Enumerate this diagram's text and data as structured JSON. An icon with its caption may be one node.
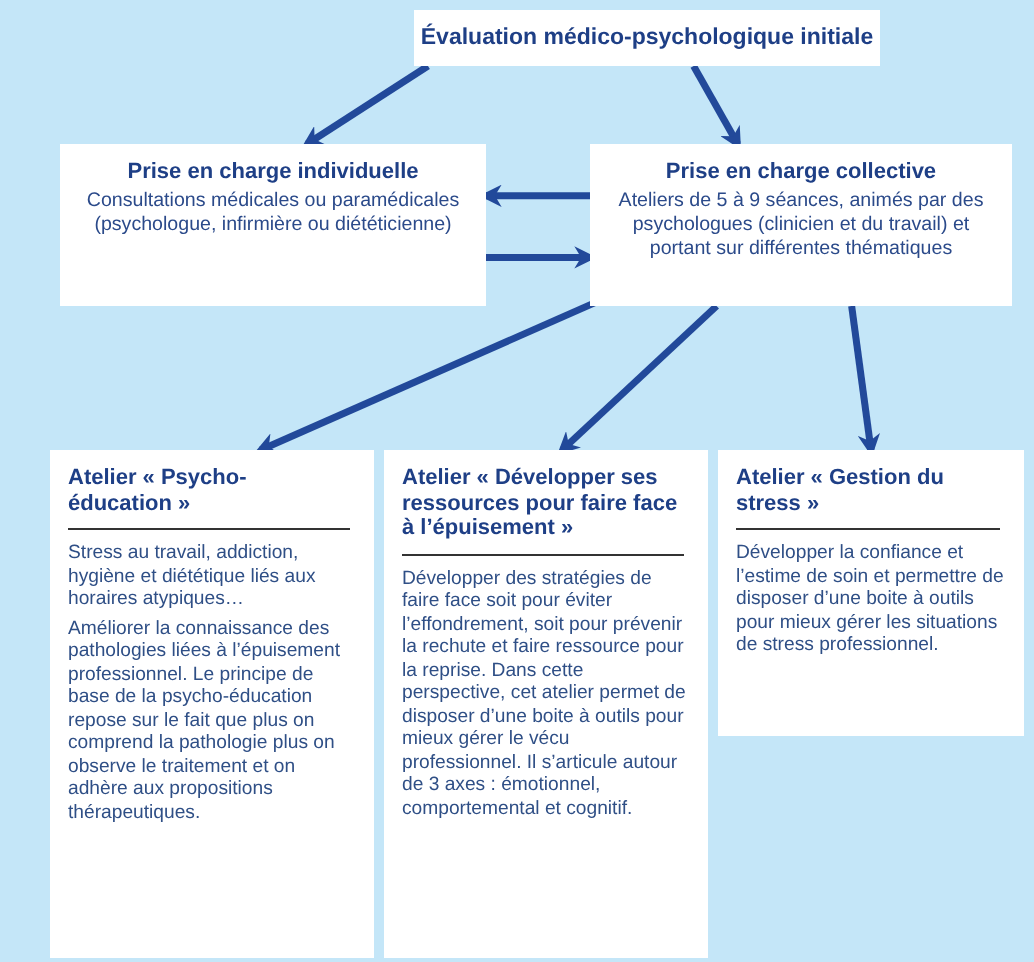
{
  "diagram": {
    "nodes": [
      {
        "text": [
          "Évaluation médico-psychologique initiale"
        ]
      },
      {
        "text": [
          "Prise en charge individuelle",
          "Consultations médicales ou paramédicales (psychologue, infirmière ou diététicienne)"
        ]
      },
      {
        "text": [
          "Prise en charge collective",
          "Ateliers de 5 à 9 séances, animés par des psychologues (clinicien et du travail) et portant sur différentes thématiques"
        ]
      },
      {
        "text": [
          "Atelier « Psycho-éducation »",
          "Stress au travail, addiction, hygiène et diététique liés aux horaires atypiques…",
          "Améliorer la connaissance des pathologies liées à l’épuisement professionnel. Le principe de base de la psycho-éducation repose sur le fait que plus on comprend la pathologie plus on observe le traitement et on adhère aux propositions thérapeutiques."
        ]
      },
      {
        "text": [
          "Atelier « Développer ses ressources pour faire face à l’épuisement »",
          "Développer des stratégies de faire face soit pour éviter l’effondrement, soit pour prévenir la rechute et faire ressource pour la reprise. Dans cette perspective, cet atelier permet de disposer d’une boite à outils pour mieux gérer le vécu professionnel. Il s’articule autour de 3 axes : émotionnel, comportemental et cognitif."
        ]
      },
      {
        "text": [
          "Atelier « Gestion du stress »",
          "Développer la confiance et l’estime de soin et permettre de disposer d’une boite à outils pour mieux gérer les situations de stress professionnel."
        ]
      }
    ],
    "edges": [
      {
        "from": 0,
        "to": 1,
        "arrow": "to"
      },
      {
        "from": 0,
        "to": 2,
        "arrow": "to"
      },
      {
        "from": 2,
        "to": 1,
        "arrow": "to"
      },
      {
        "from": 1,
        "to": 2,
        "arrow": "to"
      },
      {
        "from": 2,
        "to": 3,
        "arrow": "to"
      },
      {
        "from": 2,
        "to": 4,
        "arrow": "to"
      },
      {
        "from": 2,
        "to": 5,
        "arrow": "to"
      }
    ]
  }
}
